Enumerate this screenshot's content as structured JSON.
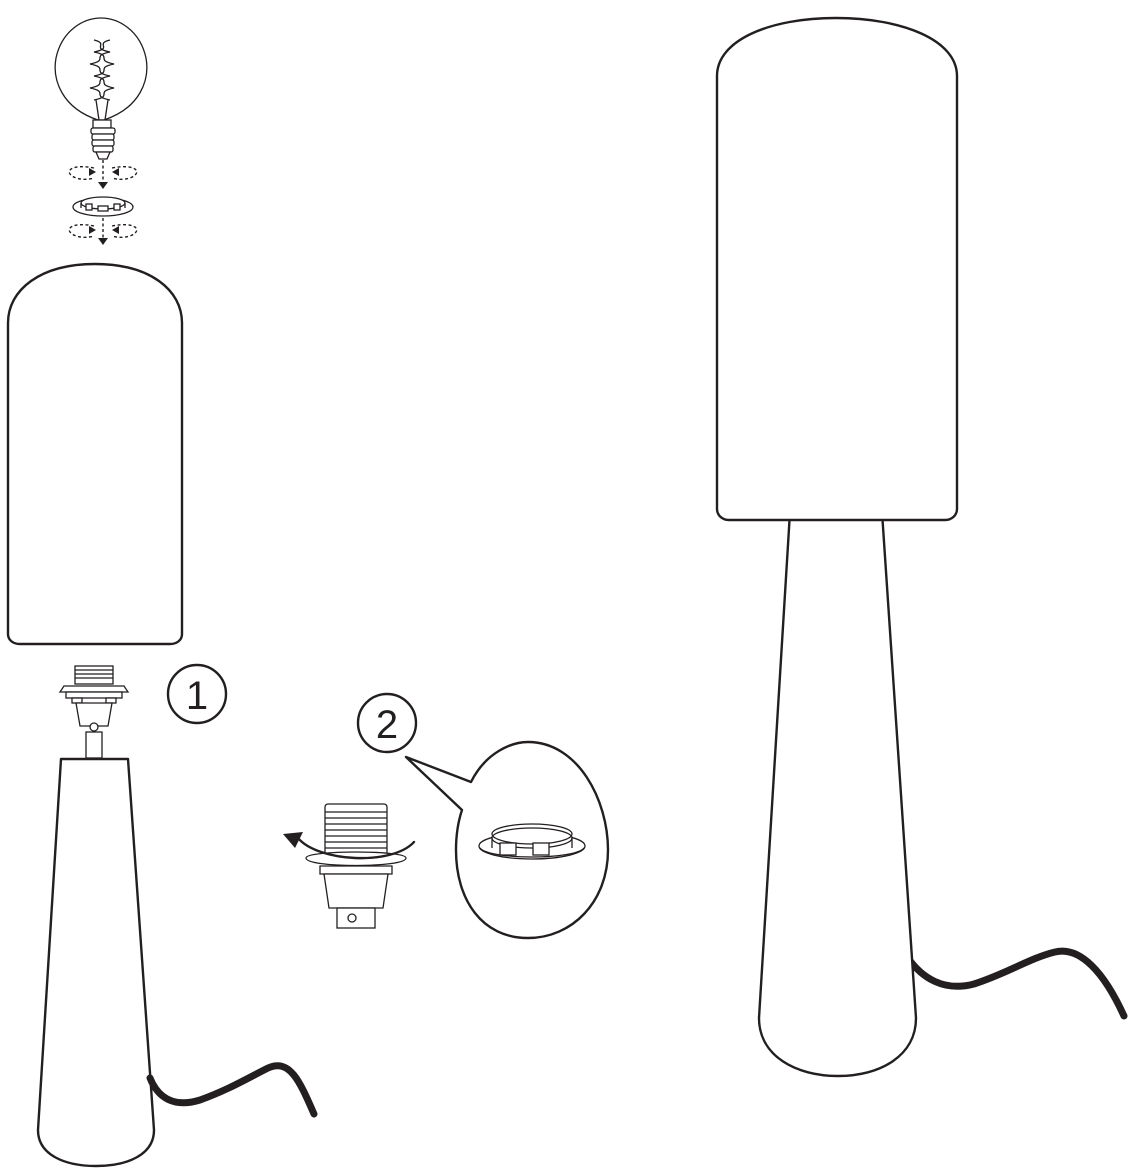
{
  "figure": {
    "step_markers": [
      {
        "label": "1"
      },
      {
        "label": "2"
      }
    ],
    "colors": {
      "line": "#231f20",
      "background": "#ffffff"
    },
    "parts": {
      "bulb": "bulb-icon",
      "shade_ring": "shade-ring-icon",
      "shade": "cylinder-shade",
      "lamp_holder": "lamp-holder-icon",
      "base": "conical-lamp-base",
      "cable": "power-cable",
      "rotate_arrow": "rotate-arrow-icon",
      "detail_callout": "magnifier-callout"
    }
  }
}
